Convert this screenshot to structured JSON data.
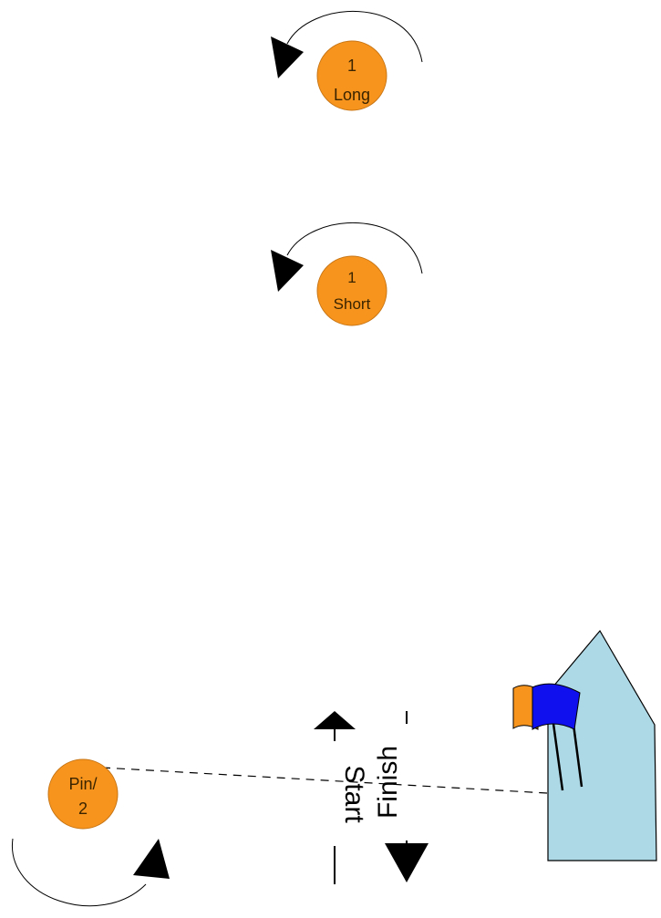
{
  "colors": {
    "mark_fill": "#f7941d",
    "mark_stroke": "#c77515",
    "boat_fill": "#add8e6",
    "flag_blue": "#1010ee",
    "flag_orange": "#f7941d",
    "line": "#000000"
  },
  "marks": {
    "long": {
      "line1": "1",
      "line2": "Long"
    },
    "short": {
      "line1": "1",
      "line2": "Short"
    },
    "pin": {
      "line1": "Pin/",
      "line2": "2"
    }
  },
  "labels": {
    "start": "Start",
    "finish": "Finish"
  }
}
